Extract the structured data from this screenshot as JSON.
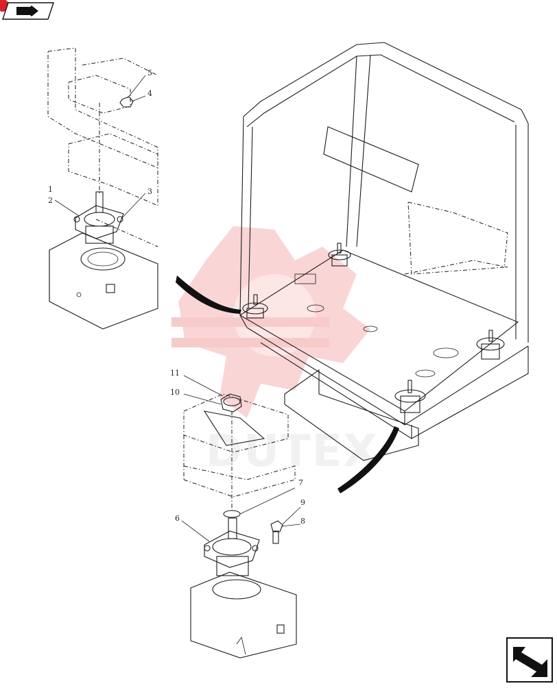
{
  "callouts": {
    "c1": "1",
    "c2": "2",
    "c3": "3",
    "c4": "4",
    "c5": "5",
    "c6": "6",
    "c7": "7",
    "c8": "8",
    "c9": "9",
    "c10": "10",
    "c11": "11"
  },
  "watermark": {
    "text": "DUTEX",
    "color": "#f2a0a0"
  },
  "icons": {
    "top_left": "next-page-arrow-icon",
    "bottom_right": "previous-page-arrow-icon"
  },
  "colors": {
    "line": "#1a1a1a",
    "badge": "#d8232a",
    "watermark": "#f2a0a0"
  }
}
